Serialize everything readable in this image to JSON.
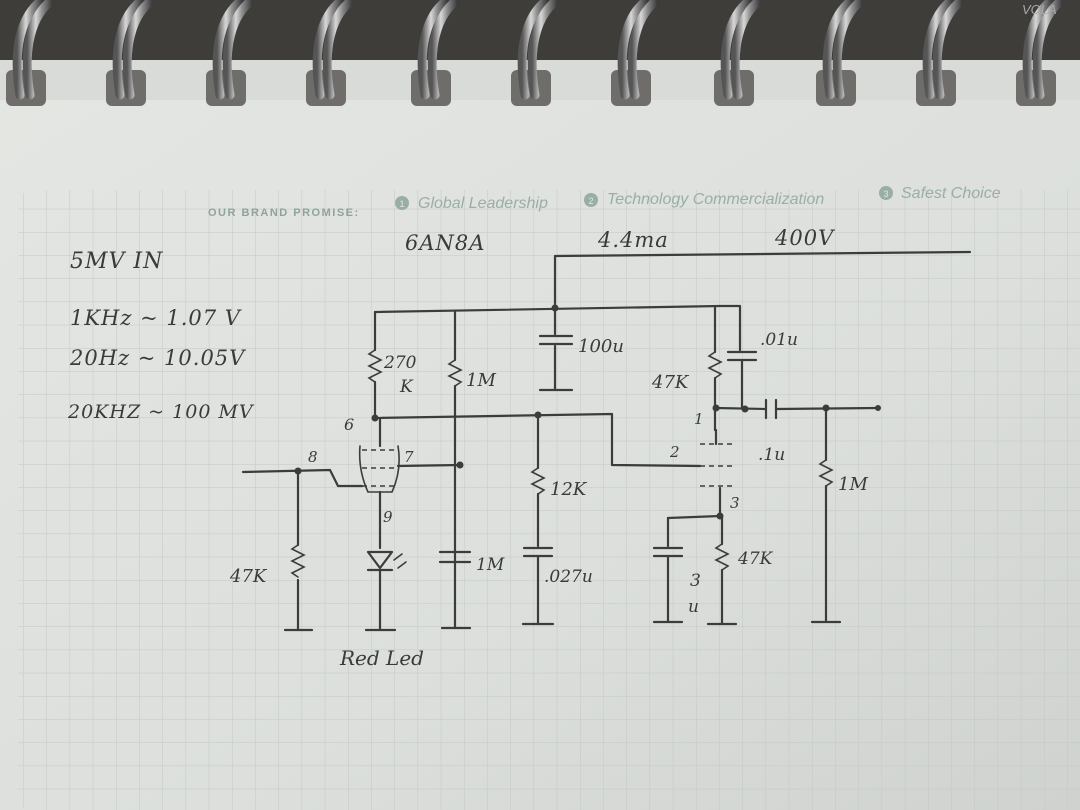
{
  "banner": {
    "lead": "OUR BRAND PROMISE:",
    "items": [
      {
        "num": "1",
        "text": "Global Leadership"
      },
      {
        "num": "2",
        "text": "Technology Commercialization"
      },
      {
        "num": "3",
        "text": "Safest Choice"
      }
    ],
    "corner_text": "VOLA"
  },
  "notes": {
    "input": "5MV IN",
    "line1": "1KHz ~ 1.07 V",
    "line2": "20Hz ~ 10.05V",
    "line3": "20KHZ ~ 100 MV"
  },
  "header": {
    "tube": "6AN8A",
    "current": "4.4ma",
    "voltage": "400V"
  },
  "components": {
    "r_plate1": "270",
    "r_plate1_unit": "K",
    "r_grid": "1M",
    "c_filter": "100u",
    "r_47k_top": "47K",
    "c_01": ".01u",
    "c_1u_out": ".1u",
    "r_1m_out": "1M",
    "r_12k": "12K",
    "c_027": ".027u",
    "c_1m": "1M",
    "r_47k_cath": "47K",
    "c_3u_a": "3",
    "c_3u_b": "u",
    "r_47k_in": "47K",
    "led_label": "Red Led"
  },
  "pins": {
    "p6": "6",
    "p8": "8",
    "p7": "7",
    "p9": "9",
    "p1": "1",
    "p2": "2",
    "p3": "3"
  }
}
